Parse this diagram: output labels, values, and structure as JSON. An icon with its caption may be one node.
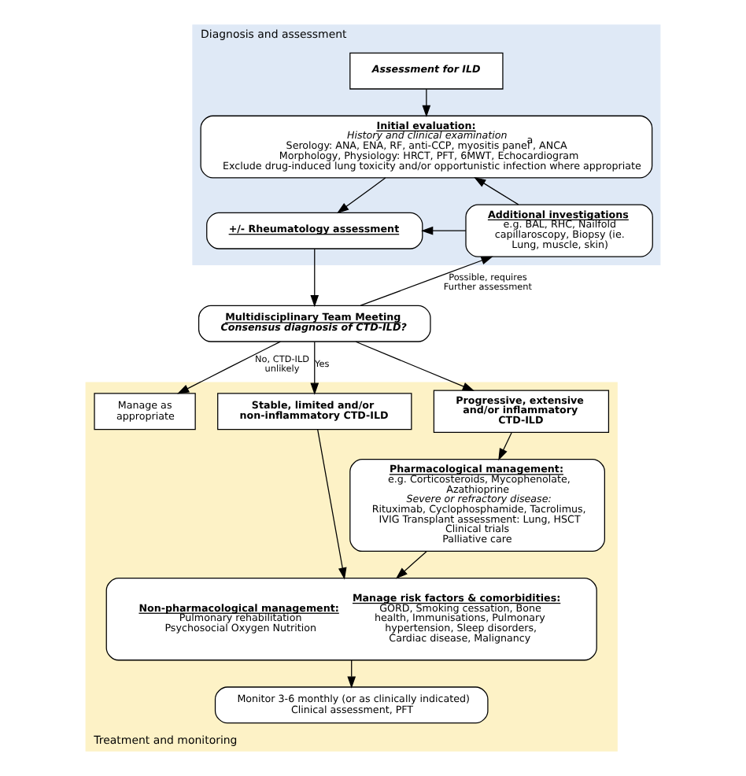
{
  "diagram": {
    "nodes": [
      {
        "text": [
          "Diagnosis and assessment"
        ]
      },
      {
        "text": [
          "Assessment for ILD"
        ],
        "in": 0
      },
      {
        "text": [
          "Initial evaluation:",
          "History and clinical examination",
          "Serology: ANA, ENA, RF, anti-CCP, myositis panel$^{a}$, ANCA",
          "Morphology, Physiology: HRCT, PFT, 6MWT, Echocardiogram",
          "Exclude drug-induced lung toxicity and/or opportunistic infection where appropriate"
        ],
        "in": 0
      },
      {
        "text": [
          "+/- Rheumatology assessment"
        ],
        "in": 0
      },
      {
        "text": [
          "Additional investigations",
          "e.g. BAL, RHC, Nailfold capillaroscopy, Biopsy (ie. Lung, muscle, skin)"
        ],
        "in": 0
      },
      {
        "text": [
          "Multidisciplinary Team Meeting",
          "Consensus diagnosis of CTD-ILD?"
        ]
      },
      {
        "text": [
          "Treatment and monitoring"
        ]
      },
      {
        "text": [
          "Manage as appropriate"
        ],
        "in": 6
      },
      {
        "text": [
          "Stable, limited and/or non-inflammatory CTD-ILD"
        ],
        "in": 6
      },
      {
        "text": [
          "Progressive, extensive and/or inflammatory CTD-ILD"
        ],
        "in": 6
      },
      {
        "text": [
          "Pharmacological management:",
          "e.g. Corticosteroids, Mycophenolate, Azathioprine",
          "Severe or refractory disease:",
          "Rituximab, Cyclophosphamide, Tacrolimus, IVIG Transplant assessment: Lung, HSCT",
          "Clinical trials",
          "Palliative care"
        ],
        "in": 6
      },
      {
        "text": [
          "Non-pharmacological management:",
          "Pulmonary rehabilitation Psychosocial Oxygen Nutrition",
          "Manage risk factors & comorbidities:",
          "GORD, Smoking cessation, Bone health, Immunisations, Pulmonary hypertension, Sleep disorders, Cardiac disease, Malignancy"
        ],
        "in": 6
      },
      {
        "text": [
          "Monitor 3-6 monthly (or as clinically indicated) Clinical assessment, PFT"
        ],
        "in": 6
      }
    ],
    "edges": [
      {
        "from": 1,
        "to": 2,
        "arrow": "to"
      },
      {
        "from": 2,
        "to": 3,
        "arrow": "to"
      },
      {
        "from": 3,
        "to": 5,
        "arrow": "to"
      },
      {
        "from": 4,
        "to": 3,
        "arrow": "to"
      },
      {
        "from": 4,
        "to": 2,
        "arrow": "to"
      },
      {
        "from": 5,
        "to": 7,
        "arrow": "to",
        "label": "No, CTD-ILD unlikely"
      },
      {
        "from": 5,
        "to": 4,
        "arrow": "to",
        "label": "Possible, requires Further assessment"
      },
      {
        "from": 5,
        "to": 8,
        "arrow": "to",
        "label": "Yes"
      },
      {
        "from": 5,
        "to": 9,
        "arrow": "to"
      },
      {
        "from": 8,
        "to": 11,
        "arrow": "to"
      },
      {
        "from": 9,
        "to": 10,
        "arrow": "to"
      },
      {
        "from": 10,
        "to": 11,
        "arrow": "to"
      },
      {
        "from": 11,
        "to": 12,
        "arrow": "to"
      }
    ]
  }
}
